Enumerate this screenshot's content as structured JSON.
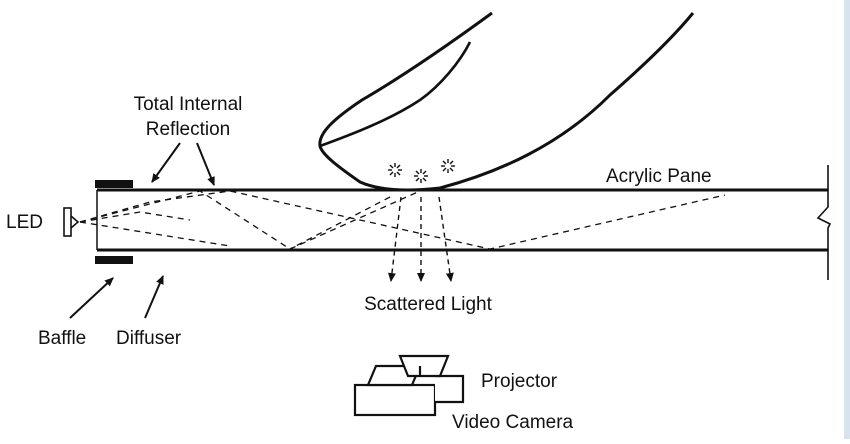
{
  "labels": {
    "total_internal_line1": "Total Internal",
    "total_internal_line2": "Reflection",
    "led": "LED",
    "acrylic_pane": "Acrylic Pane",
    "scattered_light": "Scattered Light",
    "baffle": "Baffle",
    "diffuser": "Diffuser",
    "projector": "Projector",
    "video_camera": "Video Camera"
  },
  "colors": {
    "ink": "#111111",
    "background": "#ffffff",
    "frame_edge": "#d7e3ef"
  }
}
